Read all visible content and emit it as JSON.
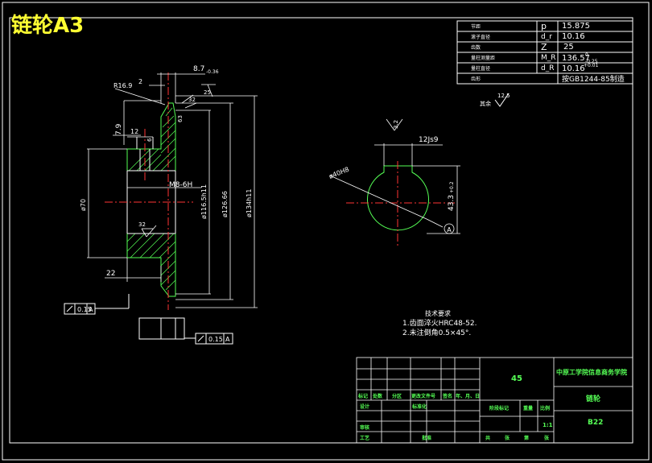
{
  "title": "链轮A3",
  "params": {
    "rows": [
      {
        "label": "节距",
        "sym": "p",
        "value": "15.875"
      },
      {
        "label": "滚子直径",
        "sym": "d_r",
        "value": "10.16"
      },
      {
        "label": "齿数",
        "sym": "Z",
        "value": "25"
      },
      {
        "label": "量柱测量距",
        "sym": "M_R",
        "value": "136.57",
        "tol_up": "0",
        "tol_dn": "-0.25"
      },
      {
        "label": "量柱直径",
        "sym": "d_R",
        "value": "10.16",
        "tol_up": "+0.01",
        "tol_dn": ""
      },
      {
        "label": "齿形",
        "sym": "",
        "value": "按GB1244-85制造"
      }
    ]
  },
  "other_roughness": {
    "label": "其余",
    "value": "12.5"
  },
  "front": {
    "dims": {
      "width_top": "8.7",
      "width_tol": "-0.36",
      "r": "R16.9",
      "two": "2",
      "rough_a": "25",
      "rough_b": "32",
      "rough_c": "63",
      "h79": "7.9",
      "w12": "12",
      "rough_d": "6",
      "thread": "M8-6H",
      "d70": "ø70",
      "d116": "ø116.5h11",
      "d126": "ø126.66",
      "d134": "ø134h11",
      "rough_e": "32",
      "d22": "22"
    },
    "tol1": {
      "value": "0.15",
      "datum": "A"
    },
    "tol2": {
      "value": "0.15",
      "datum": "A"
    }
  },
  "side": {
    "rough": "3.2",
    "key": "12Js9",
    "bore": "ø40H8",
    "depth": "43.3",
    "depth_tol": "+0.2",
    "datum": "A"
  },
  "notes": {
    "heading": "技术要求",
    "items": [
      "1.齿面淬火HRC48-52.",
      "2.未注倒角0.5×45°."
    ]
  },
  "titleblock": {
    "material": "45",
    "school": "中原工学院信息商务学院",
    "part": "链轮",
    "scale": "1:1",
    "code": "B22",
    "row_labels": [
      "标记",
      "处数",
      "分区",
      "更改文件号",
      "签名",
      "年、月、日"
    ],
    "design": "设计",
    "standardize": "标准化",
    "review": "审核",
    "process": "工艺",
    "approve": "批准",
    "stage": "阶段标记",
    "weight": "重量",
    "ratio": "比例",
    "sheets": [
      "共",
      "张",
      "第",
      "张"
    ]
  }
}
